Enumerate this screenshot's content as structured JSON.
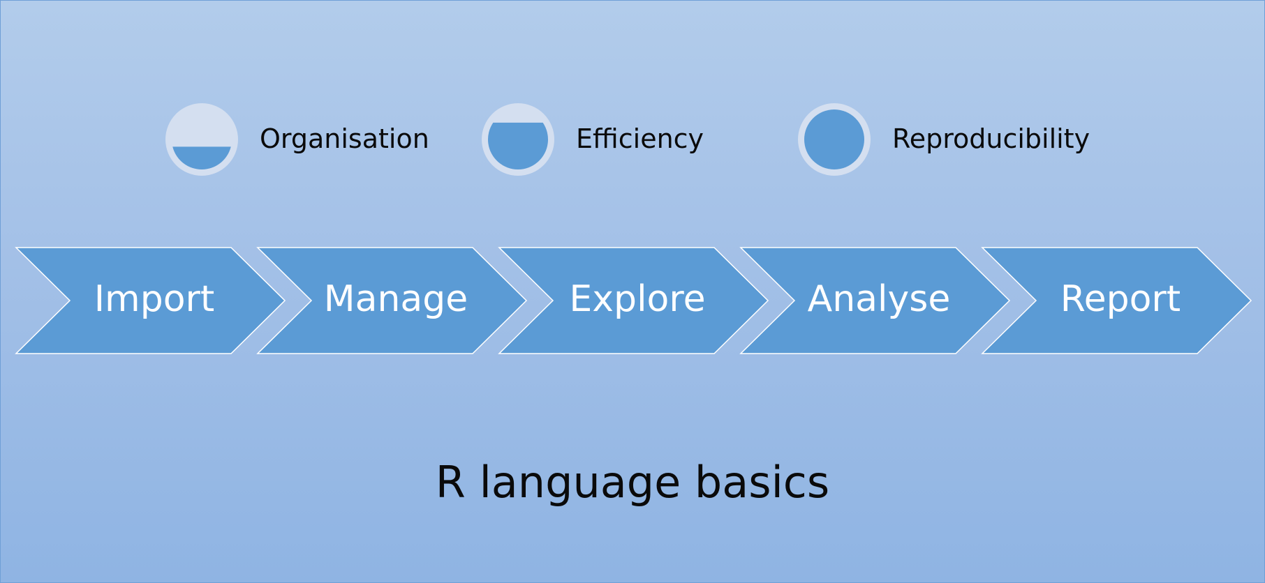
{
  "legend": [
    {
      "label": "Organisation",
      "fill_fraction": 0.38
    },
    {
      "label": "Efficiency",
      "fill_fraction": 0.78
    },
    {
      "label": "Reproducibility",
      "fill_fraction": 1.0
    }
  ],
  "steps": [
    {
      "label": "Import"
    },
    {
      "label": "Manage"
    },
    {
      "label": "Explore"
    },
    {
      "label": "Analyse"
    },
    {
      "label": "Report"
    }
  ],
  "footer": {
    "title": "R language basics"
  },
  "colors": {
    "chevron_fill": "#5b9bd5",
    "chevron_stroke": "#ffffff",
    "legend_ring": "#d4dff0",
    "legend_fill": "#5b9bd5"
  }
}
